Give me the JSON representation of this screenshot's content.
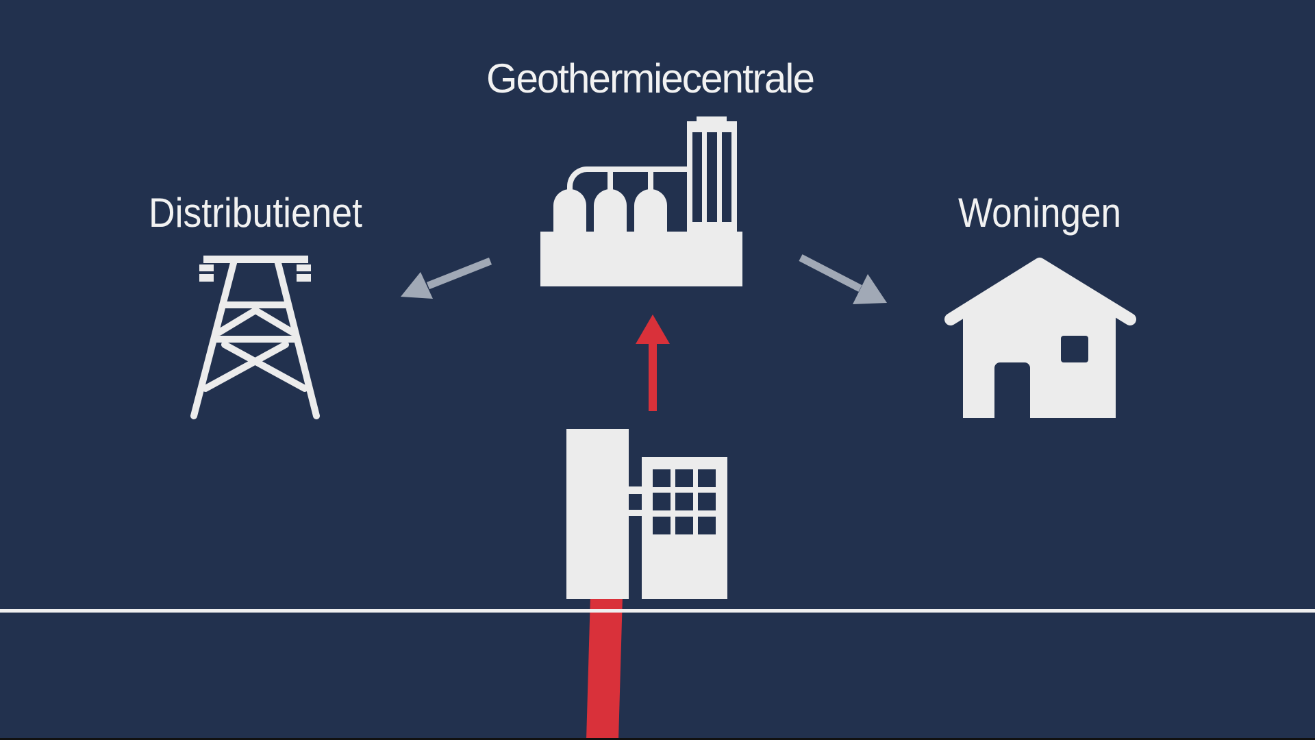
{
  "labels": {
    "plant": "Geothermiecentrale",
    "grid": "Distributienet",
    "homes": "Woningen"
  },
  "colors": {
    "background": "#22314e",
    "icon": "#ececec",
    "heat": "#d9313a",
    "flow_arrow": "#a1a9b6",
    "ground_line": "#f0f0f0"
  }
}
